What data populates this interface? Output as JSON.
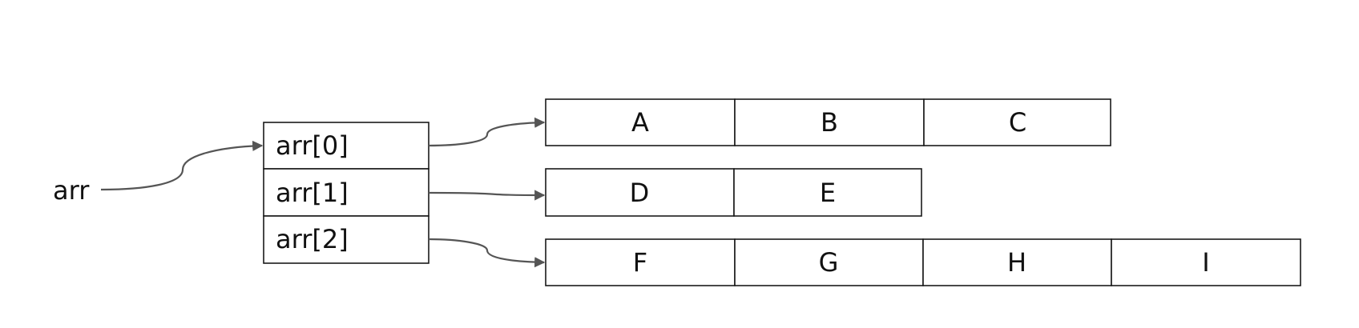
{
  "variable": {
    "label": "arr"
  },
  "pointer_array": {
    "cells": [
      "arr[0]",
      "arr[1]",
      "arr[2]"
    ]
  },
  "rows": [
    {
      "cells": [
        "A",
        "B",
        "C"
      ]
    },
    {
      "cells": [
        "D",
        "E"
      ]
    },
    {
      "cells": [
        "F",
        "G",
        "H",
        "I"
      ]
    }
  ],
  "colors": {
    "line": "#555555",
    "border": "#1a1a1a",
    "text": "#111111",
    "background": "#ffffff"
  }
}
